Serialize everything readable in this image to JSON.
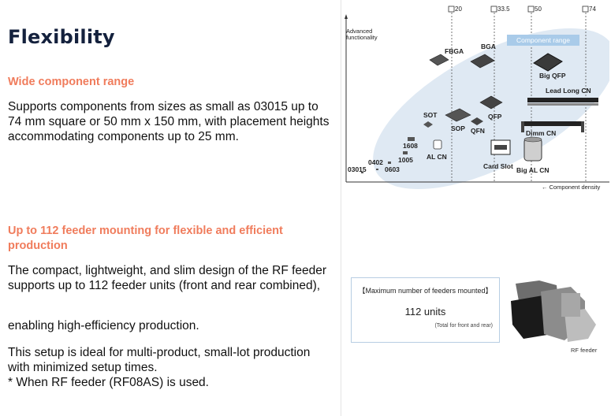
{
  "page": {
    "title": "Flexibility"
  },
  "section1": {
    "heading": "Wide component range",
    "body": "Supports components from sizes as small as 03015 up to 74 mm square or 50 mm x 150 mm, with placement heights accommodating components up to 25 mm."
  },
  "section2": {
    "heading": "Up to 112 feeder mounting for flexible and efficient production",
    "body1": "The compact, lightweight, and slim design of the RF feeder supports up to 112 feeder units (front and rear combined),",
    "body2": "enabling high-efficiency production.",
    "body3": "This setup is ideal for multi-product, small-lot production with minimized setup times.",
    "note": "* When RF feeder (RF08AS) is used."
  },
  "diagram": {
    "y_axis_label_line1": "Advanced",
    "y_axis_label_line2": "functionality",
    "x_axis_label": "Component density",
    "range_label": "Component range",
    "size_markers": [
      "20",
      "33.5",
      "50",
      "74"
    ],
    "components": {
      "fbga": "FBGA",
      "bga": "BGA",
      "big_qfp": "Big QFP",
      "lead_long_cn": "Lead Long CN",
      "sot": "SOT",
      "sop": "SOP",
      "qfn": "QFN",
      "qfp": "QFP",
      "dimm_cn": "Dimm CN",
      "c1608": "1608",
      "c1005": "1005",
      "c0402": "0402",
      "c0603": "0603",
      "c03015": "03015",
      "al_cn": "AL CN",
      "card_slot": "Card Slot",
      "big_al_cn": "Big AL CN"
    },
    "colors": {
      "ellipse": "#dfe9f3",
      "badge": "#a9cbe9"
    }
  },
  "feeder": {
    "box_title": "【Maximum number of feeders mounted】",
    "box_value": "112 units",
    "box_note": "(Total for front and rear)",
    "photo_caption": "RF feeder"
  },
  "colors": {
    "heading": "#f07c5c",
    "title": "#14213d"
  }
}
